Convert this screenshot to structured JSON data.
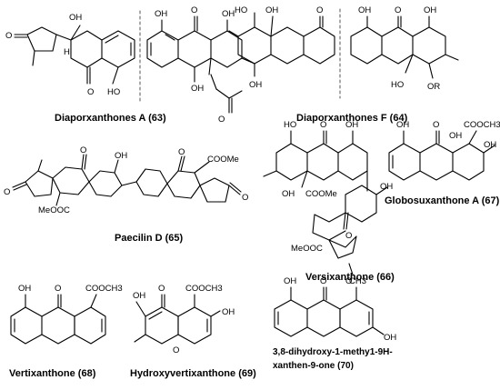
{
  "compounds": [
    {
      "label": "Diaporxanthones A (63)"
    },
    {
      "label": "Diaporxanthones F (64)"
    },
    {
      "label": "Paecilin D (65)"
    },
    {
      "label": "Versixanthone (66)"
    },
    {
      "label": "Globosuxanthone A (67)"
    },
    {
      "label": "Vertixanthone (68)"
    },
    {
      "label": "Hydroxyvertixanthone (69)"
    },
    {
      "label_line1": "3,8-dihydroxy-1-methy1-9H-",
      "label_line2": "xanthen-9-one (70)"
    }
  ],
  "atom_labels": {
    "oh": "OH",
    "ho": "HO",
    "o": "O",
    "h": "H",
    "or": "OR",
    "cooch3": "COOCH3",
    "coome": "COOMe",
    "meooc": "MeOOC",
    "ch3": "CH3"
  }
}
